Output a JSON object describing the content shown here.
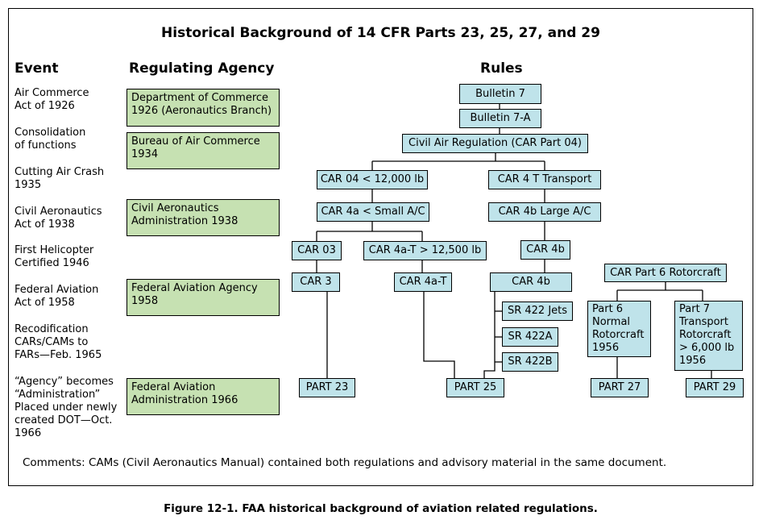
{
  "title": "Historical Background of 14 CFR Parts 23, 25, 27, and 29",
  "headers": {
    "event": "Event",
    "agency": "Regulating Agency",
    "rules": "Rules"
  },
  "events": [
    "Air Commerce\nAct of 1926",
    "Consolidation\nof functions",
    "Cutting Air Crash\n1935",
    "Civil Aeronautics\nAct of 1938",
    "First Helicopter\nCertified 1946",
    "Federal Aviation\nAct of 1958",
    "Recodification\nCARs/CAMs to\nFARs—Feb. 1965",
    "“Agency” becomes\n“Administration”\nPlaced under newly\ncreated DOT—Oct.\n1966"
  ],
  "agencies": [
    "Department of Commerce\n1926 (Aeronautics Branch)",
    "Bureau of Air Commerce\n1934",
    "Civil Aeronautics\nAdministration 1938",
    "Federal Aviation Agency\n1958",
    "Federal Aviation\nAdministration 1966"
  ],
  "rules": {
    "bulletin7": "Bulletin 7",
    "bulletin7a": "Bulletin 7-A",
    "car04": "Civil Air Regulation (CAR Part 04)",
    "car04_small": "CAR 04 < 12,000 lb",
    "car4t": "CAR 4 T Transport",
    "car4a": "CAR 4a < Small A/C",
    "car4b_large": "CAR 4b Large A/C",
    "car03": "CAR 03",
    "car4at": "CAR 4a-T > 12,500 lb",
    "car4b_1": "CAR 4b",
    "car_part6": "CAR Part 6 Rotorcraft",
    "car3": "CAR 3",
    "car4a_t": "CAR 4a-T",
    "car4b_2": "CAR 4b",
    "sr422jets": "SR 422 Jets",
    "sr422a": "SR 422A",
    "sr422b": "SR 422B",
    "part6": "Part 6\nNormal\nRotorcraft\n1956",
    "part7": "Part 7\nTransport\nRotorcraft\n> 6,000 lb\n1956",
    "part23": "PART 23",
    "part25": "PART 25",
    "part27": "PART 27",
    "part29": "PART 29"
  },
  "comments": "Comments: CAMs (Civil Aeronautics Manual) contained both regulations and advisory material in the same document.",
  "caption": "Figure 12-1. FAA historical background of aviation related regulations."
}
